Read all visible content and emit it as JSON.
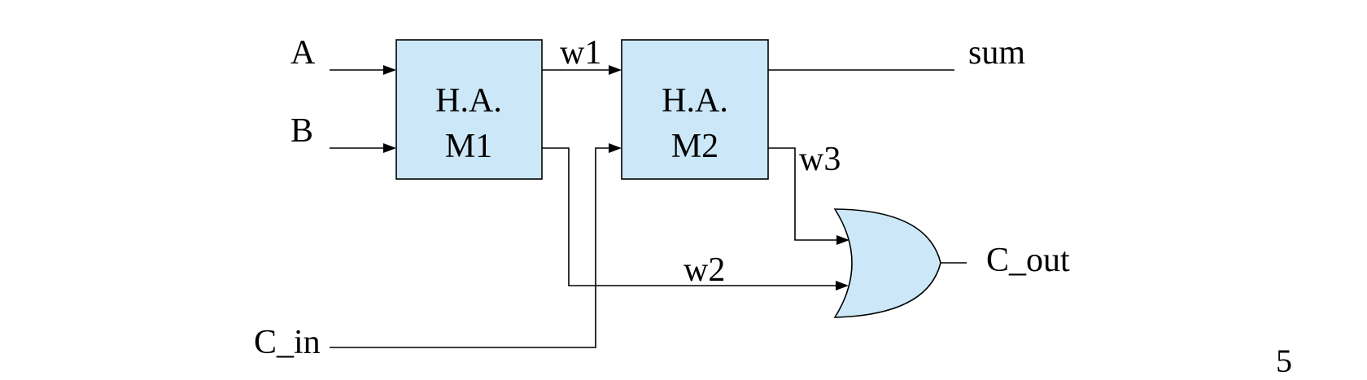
{
  "inputs": {
    "a": "A",
    "b": "B",
    "c_in": "C_in"
  },
  "blocks": {
    "m1": {
      "line1": "H.A.",
      "line2": "M1"
    },
    "m2": {
      "line1": "H.A.",
      "line2": "M2"
    }
  },
  "wires": {
    "w1": "w1",
    "w2": "w2",
    "w3": "w3"
  },
  "outputs": {
    "sum": "sum",
    "c_out": "C_out"
  },
  "colors": {
    "block_fill": "#cce8f8",
    "gate_fill": "#cce8f8",
    "line": "#000000"
  },
  "page_number": "5"
}
